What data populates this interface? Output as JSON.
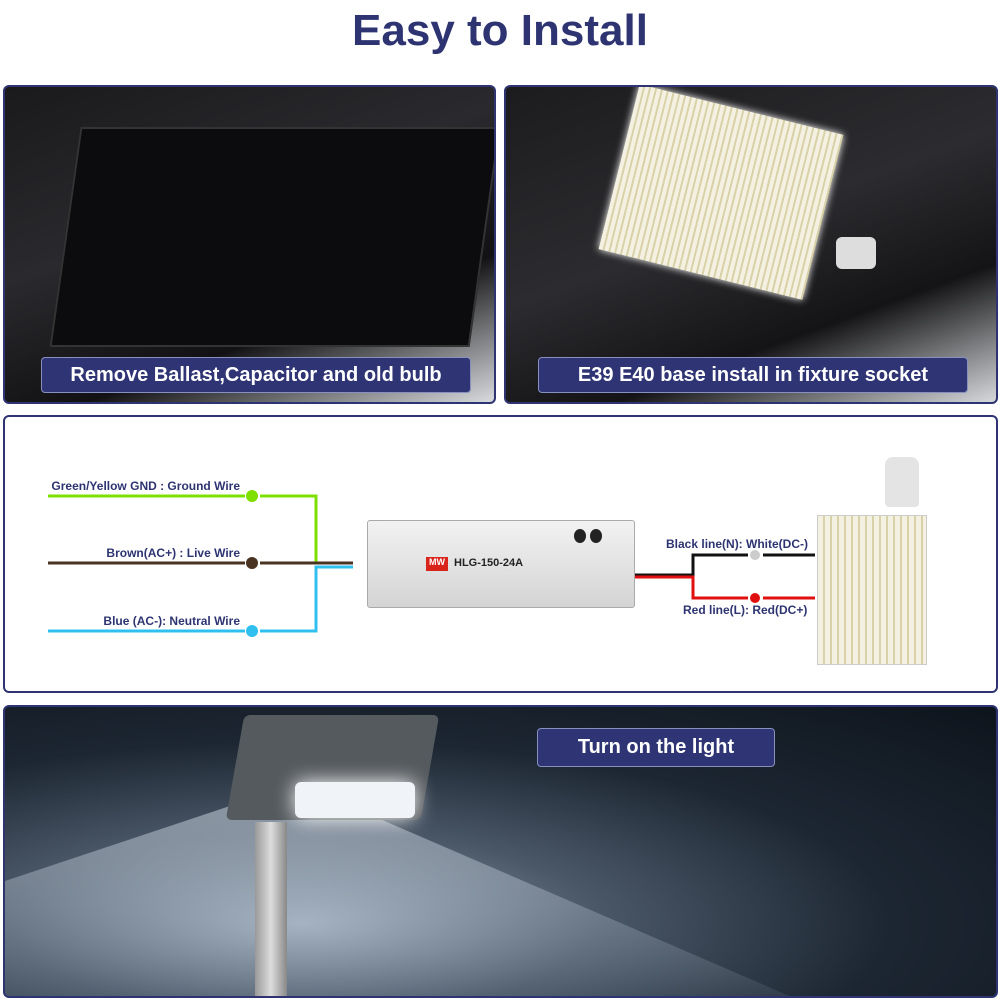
{
  "title": "Easy to Install",
  "steps": [
    {
      "label": "Remove Ballast,Capacitor and old bulb"
    },
    {
      "label": "E39 E40 base install in fixture socket"
    },
    {
      "label": "Turn on the light"
    }
  ],
  "wiring": {
    "input": [
      {
        "label": "Green/Yellow GND : Ground Wire",
        "color": "#7ee000"
      },
      {
        "label": "Brown(AC+)  : Live Wire",
        "color": "#4a3320"
      },
      {
        "label": "Blue (AC-):  Neutral Wire",
        "color": "#2fc0f0"
      }
    ],
    "driver_model": "HLG-150-24A",
    "driver_brand": "MW",
    "output": [
      {
        "label": "Black line(N):  White(DC-)",
        "color": "#cccccc"
      },
      {
        "label": "Red line(L):  Red(DC+)",
        "color": "#e01010"
      }
    ]
  }
}
